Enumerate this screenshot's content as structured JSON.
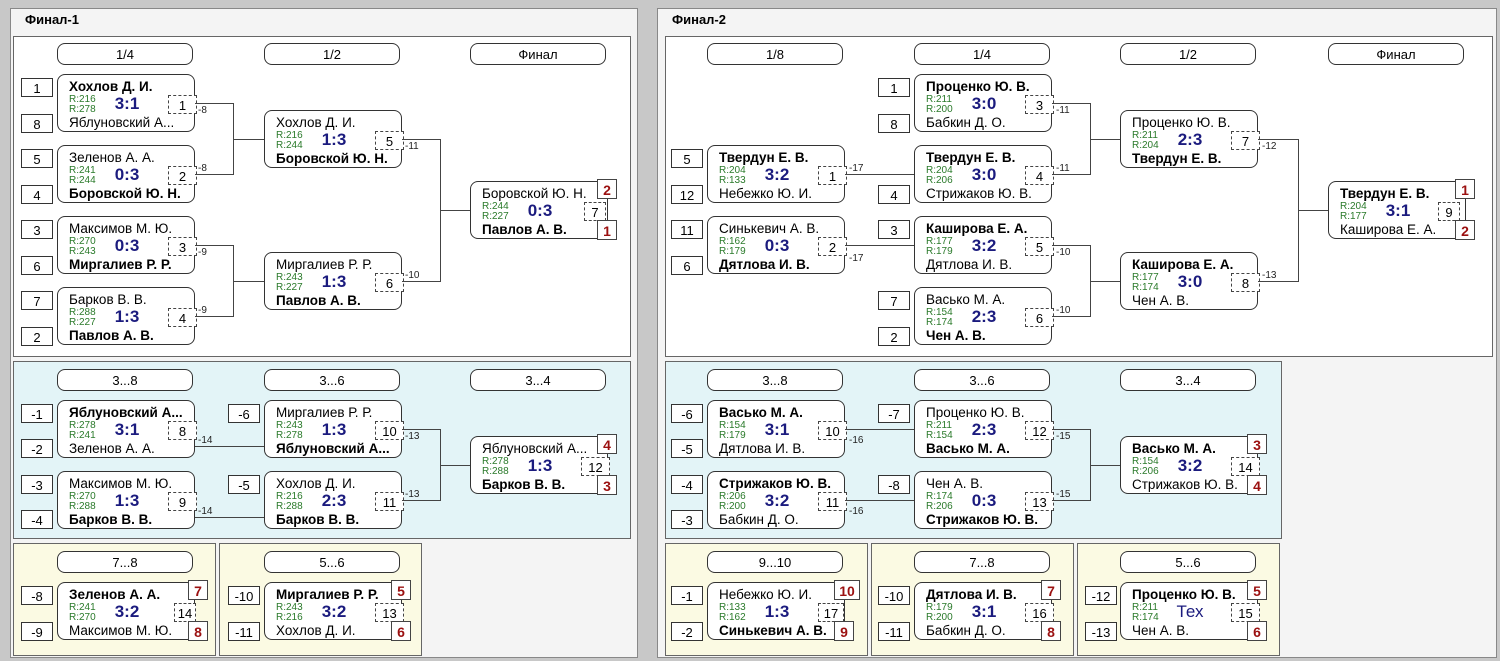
{
  "panels": [
    {
      "title": "Финал-1"
    },
    {
      "title": "Финал-2"
    }
  ],
  "round_headers": [
    {
      "label": "1/4"
    },
    {
      "label": "1/2"
    },
    {
      "label": "Финал"
    },
    {
      "label": "3...8"
    },
    {
      "label": "3...6"
    },
    {
      "label": "3...4"
    },
    {
      "label": "7...8"
    },
    {
      "label": "5...6"
    },
    {
      "label": "1/8"
    },
    {
      "label": "1/4"
    },
    {
      "label": "1/2"
    },
    {
      "label": "Финал"
    },
    {
      "label": "3...8"
    },
    {
      "label": "3...6"
    },
    {
      "label": "3...4"
    },
    {
      "label": "9...10"
    },
    {
      "label": "7...8"
    },
    {
      "label": "5...6"
    }
  ],
  "seeds": [
    "1",
    "8",
    "5",
    "4",
    "3",
    "6",
    "7",
    "2",
    "-1",
    "-2",
    "-3",
    "-4",
    "-6",
    "-5",
    "-8",
    "-9",
    "-10",
    "-11",
    "5",
    "12",
    "11",
    "6",
    "1",
    "8",
    "4",
    "3",
    "7",
    "2",
    "-6",
    "-5",
    "-4",
    "-3",
    "-7",
    "-8",
    "-1",
    "-2",
    "-10",
    "-11",
    "-12",
    "-13"
  ],
  "matches": [
    {
      "p1": "Хохлов Д. И.",
      "r1": "R:216",
      "p2": "Яблуновский А...",
      "r2": "R:278",
      "score": "3:1",
      "num": "1"
    },
    {
      "p1": "Зеленов А. А.",
      "r1": "R:241",
      "p2": "Боровской Ю. Н.",
      "r2": "R:244",
      "score": "0:3",
      "num": "2"
    },
    {
      "p1": "Максимов М. Ю.",
      "r1": "R:270",
      "p2": "Миргалиев Р. Р.",
      "r2": "R:243",
      "score": "0:3",
      "num": "3"
    },
    {
      "p1": "Барков В. В.",
      "r1": "R:288",
      "p2": "Павлов А. В.",
      "r2": "R:227",
      "score": "1:3",
      "num": "4"
    },
    {
      "p1": "Хохлов Д. И.",
      "r1": "R:216",
      "p2": "Боровской Ю. Н.",
      "r2": "R:244",
      "score": "1:3",
      "num": "5"
    },
    {
      "p1": "Миргалиев Р. Р.",
      "r1": "R:243",
      "p2": "Павлов А. В.",
      "r2": "R:227",
      "score": "1:3",
      "num": "6"
    },
    {
      "p1": "Боровской Ю. Н.",
      "r1": "R:244",
      "p2": "Павлов А. В.",
      "r2": "R:227",
      "score": "0:3",
      "num": "7",
      "place1": "2",
      "place2": "1"
    },
    {
      "p1": "Яблуновский А...",
      "r1": "R:278",
      "p2": "Зеленов А. А.",
      "r2": "R:241",
      "score": "3:1",
      "num": "8"
    },
    {
      "p1": "Максимов М. Ю.",
      "r1": "R:270",
      "p2": "Барков В. В.",
      "r2": "R:288",
      "score": "1:3",
      "num": "9"
    },
    {
      "p1": "Миргалиев Р. Р.",
      "r1": "R:243",
      "p2": "Яблуновский А...",
      "r2": "R:278",
      "score": "1:3",
      "num": "10"
    },
    {
      "p1": "Хохлов Д. И.",
      "r1": "R:216",
      "p2": "Барков В. В.",
      "r2": "R:288",
      "score": "2:3",
      "num": "11"
    },
    {
      "p1": "Яблуновский А...",
      "r1": "R:278",
      "p2": "Барков В. В.",
      "r2": "R:288",
      "score": "1:3",
      "num": "12",
      "place1": "4",
      "place2": "3"
    },
    {
      "p1": "Зеленов А. А.",
      "r1": "R:241",
      "p2": "Максимов М. Ю.",
      "r2": "R:270",
      "score": "3:2",
      "num": "14",
      "place1": "7",
      "place2": "8"
    },
    {
      "p1": "Миргалиев Р. Р.",
      "r1": "R:243",
      "p2": "Хохлов Д. И.",
      "r2": "R:216",
      "score": "3:2",
      "num": "13",
      "place1": "5",
      "place2": "6"
    },
    {
      "p1": "Твердун Е. В.",
      "r1": "R:204",
      "p2": "Небежко Ю. И.",
      "r2": "R:133",
      "score": "3:2",
      "num": "1"
    },
    {
      "p1": "Синькевич А. В.",
      "r1": "R:162",
      "p2": "Дятлова И. В.",
      "r2": "R:179",
      "score": "0:3",
      "num": "2"
    },
    {
      "p1": "Проценко Ю. В.",
      "r1": "R:211",
      "p2": "Бабкин Д. О.",
      "r2": "R:200",
      "score": "3:0",
      "num": "3"
    },
    {
      "p1": "Твердун Е. В.",
      "r1": "R:204",
      "p2": "Стрижаков Ю. В.",
      "r2": "R:206",
      "score": "3:0",
      "num": "4"
    },
    {
      "p1": "Каширова Е. А.",
      "r1": "R:177",
      "p2": "Дятлова И. В.",
      "r2": "R:179",
      "score": "3:2",
      "num": "5"
    },
    {
      "p1": "Васько М. А.",
      "r1": "R:154",
      "p2": "Чен А. В.",
      "r2": "R:174",
      "score": "2:3",
      "num": "6"
    },
    {
      "p1": "Проценко Ю. В.",
      "r1": "R:211",
      "p2": "Твердун Е. В.",
      "r2": "R:204",
      "score": "2:3",
      "num": "7"
    },
    {
      "p1": "Каширова Е. А.",
      "r1": "R:177",
      "p2": "Чен А. В.",
      "r2": "R:174",
      "score": "3:0",
      "num": "8"
    },
    {
      "p1": "Твердун Е. В.",
      "r1": "R:204",
      "p2": "Каширова Е. А.",
      "r2": "R:177",
      "score": "3:1",
      "num": "9",
      "place1": "1",
      "place2": "2"
    },
    {
      "p1": "Васько М. А.",
      "r1": "R:154",
      "p2": "Дятлова И. В.",
      "r2": "R:179",
      "score": "3:1",
      "num": "10"
    },
    {
      "p1": "Стрижаков Ю. В.",
      "r1": "R:206",
      "p2": "Бабкин Д. О.",
      "r2": "R:200",
      "score": "3:2",
      "num": "11"
    },
    {
      "p1": "Проценко Ю. В.",
      "r1": "R:211",
      "p2": "Васько М. А.",
      "r2": "R:154",
      "score": "2:3",
      "num": "12"
    },
    {
      "p1": "Чен А. В.",
      "r1": "R:174",
      "p2": "Стрижаков Ю. В.",
      "r2": "R:206",
      "score": "0:3",
      "num": "13"
    },
    {
      "p1": "Васько М. А.",
      "r1": "R:154",
      "p2": "Стрижаков Ю. В.",
      "r2": "R:206",
      "score": "3:2",
      "num": "14",
      "place1": "3",
      "place2": "4"
    },
    {
      "p1": "Небежко Ю. И.",
      "r1": "R:133",
      "p2": "Синькевич А. В.",
      "r2": "R:162",
      "score": "1:3",
      "num": "17",
      "place1": "10",
      "place2": "9"
    },
    {
      "p1": "Дятлова И. В.",
      "r1": "R:179",
      "p2": "Бабкин Д. О.",
      "r2": "R:200",
      "score": "3:1",
      "num": "16",
      "place1": "7",
      "place2": "8"
    },
    {
      "p1": "Проценко Ю. В.",
      "r1": "R:211",
      "p2": "Чен А. В.",
      "r2": "R:174",
      "score": "Тех",
      "num": "15",
      "place1": "5",
      "place2": "6"
    }
  ],
  "line_labels": [
    "-8",
    "-8",
    "-9",
    "-9",
    "-11",
    "-10",
    "-14",
    "-14",
    "-13",
    "-13",
    "-17",
    "-17",
    "-11",
    "-11",
    "-10",
    "-10",
    "-12",
    "-13",
    "-16",
    "-16",
    "-15",
    "-15"
  ]
}
